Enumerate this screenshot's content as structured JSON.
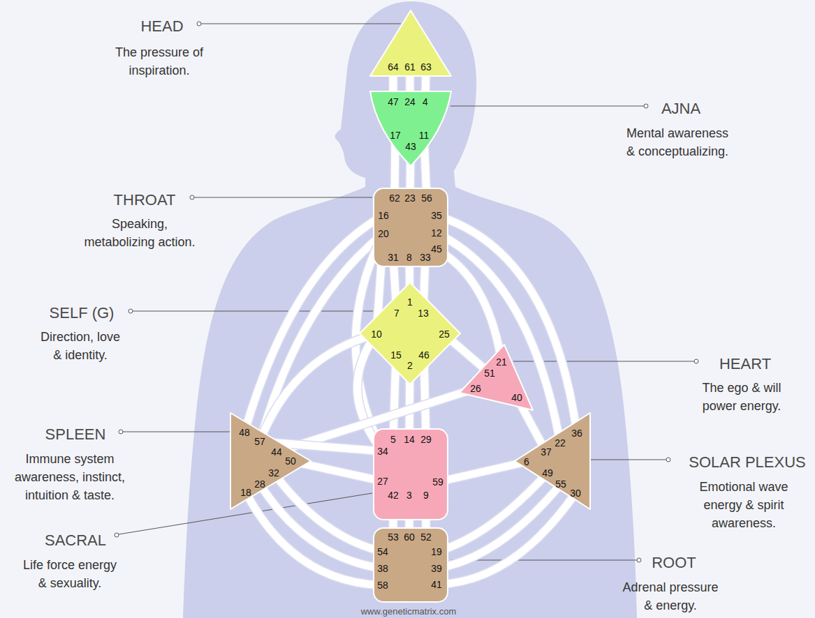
{
  "diagram": {
    "nodes": [
      {
        "text": [
          "64",
          "61",
          "63"
        ]
      },
      {
        "text": [
          "47",
          "24",
          "4",
          "17",
          "11",
          "43"
        ]
      },
      {
        "text": [
          "62",
          "23",
          "56",
          "16",
          "35",
          "20",
          "12",
          "45",
          "31",
          "8",
          "33"
        ]
      },
      {
        "text": [
          "1",
          "7",
          "13",
          "10",
          "25",
          "15",
          "2",
          "46"
        ]
      },
      {
        "text": [
          "21",
          "51",
          "26",
          "40"
        ]
      },
      {
        "text": [
          "48",
          "57",
          "44",
          "50",
          "32",
          "28",
          "18"
        ]
      },
      {
        "text": [
          "5",
          "14",
          "29",
          "34",
          "27",
          "59",
          "42",
          "3",
          "9"
        ]
      },
      {
        "text": [
          "36",
          "22",
          "37",
          "6",
          "49",
          "55",
          "30"
        ]
      },
      {
        "text": [
          "53",
          "60",
          "52",
          "54",
          "19",
          "38",
          "39",
          "58",
          "41"
        ]
      }
    ],
    "edges": [
      {
        "from": 0,
        "to": 1,
        "arrow": "none"
      },
      {
        "from": 0,
        "to": 1,
        "arrow": "none"
      },
      {
        "from": 0,
        "to": 1,
        "arrow": "none"
      },
      {
        "from": 1,
        "to": 2,
        "arrow": "none"
      },
      {
        "from": 1,
        "to": 2,
        "arrow": "none"
      },
      {
        "from": 1,
        "to": 2,
        "arrow": "none"
      },
      {
        "from": 2,
        "to": 3,
        "arrow": "none"
      },
      {
        "from": 2,
        "to": 3,
        "arrow": "none"
      },
      {
        "from": 2,
        "to": 3,
        "arrow": "none"
      },
      {
        "from": 2,
        "to": 3,
        "arrow": "none"
      },
      {
        "from": 2,
        "to": 5,
        "arrow": "none"
      },
      {
        "from": 2,
        "to": 5,
        "arrow": "none"
      },
      {
        "from": 2,
        "to": 6,
        "arrow": "none"
      },
      {
        "from": 2,
        "to": 4,
        "arrow": "none"
      },
      {
        "from": 2,
        "to": 7,
        "arrow": "none"
      },
      {
        "from": 2,
        "to": 7,
        "arrow": "none"
      },
      {
        "from": 3,
        "to": 4,
        "arrow": "none"
      },
      {
        "from": 3,
        "to": 6,
        "arrow": "none"
      },
      {
        "from": 3,
        "to": 6,
        "arrow": "none"
      },
      {
        "from": 3,
        "to": 6,
        "arrow": "none"
      },
      {
        "from": 3,
        "to": 5,
        "arrow": "none"
      },
      {
        "from": 3,
        "to": 6,
        "arrow": "none"
      },
      {
        "from": 4,
        "to": 5,
        "arrow": "none"
      },
      {
        "from": 4,
        "to": 7,
        "arrow": "none"
      },
      {
        "from": 5,
        "to": 6,
        "arrow": "none"
      },
      {
        "from": 5,
        "to": 6,
        "arrow": "none"
      },
      {
        "from": 5,
        "to": 8,
        "arrow": "none"
      },
      {
        "from": 5,
        "to": 8,
        "arrow": "none"
      },
      {
        "from": 5,
        "to": 8,
        "arrow": "none"
      },
      {
        "from": 6,
        "to": 8,
        "arrow": "none"
      },
      {
        "from": 6,
        "to": 8,
        "arrow": "none"
      },
      {
        "from": 6,
        "to": 8,
        "arrow": "none"
      },
      {
        "from": 6,
        "to": 7,
        "arrow": "none"
      },
      {
        "from": 7,
        "to": 8,
        "arrow": "none"
      },
      {
        "from": 7,
        "to": 8,
        "arrow": "none"
      },
      {
        "from": 7,
        "to": 8,
        "arrow": "none"
      }
    ],
    "labels": [
      "HEAD",
      "The pressure of inspiration.",
      "AJNA",
      "Mental awareness & conceptualizing.",
      "THROAT",
      "Speaking, metabolizing action.",
      "SELF (G)",
      "Direction, love & identity.",
      "HEART",
      "The ego & will power energy.",
      "SPLEEN",
      "Immune system awareness, instinct, intuition & taste.",
      "SOLAR PLEXUS",
      "Emotional wave energy & spirit awareness.",
      "SACRAL",
      "Life force energy & sexuality.",
      "ROOT",
      "Adrenal pressure & energy.",
      "www.geneticmatrix.com"
    ]
  }
}
